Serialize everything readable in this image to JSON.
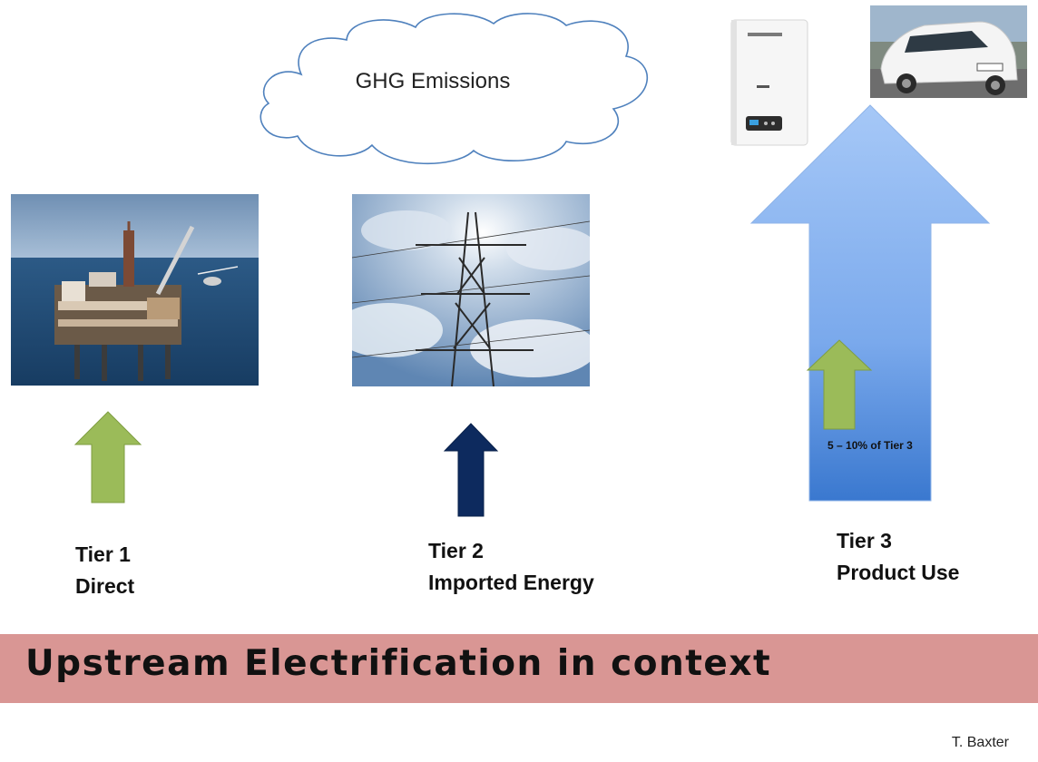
{
  "cloud": {
    "label": "GHG Emissions"
  },
  "tiers": [
    {
      "line1": "Tier 1",
      "line2": "Direct"
    },
    {
      "line1": "Tier 2",
      "line2": "Imported Energy"
    },
    {
      "line1": "Tier 3",
      "line2": "Product Use"
    }
  ],
  "tier3_note": "5 – 10% of Tier 3",
  "banner": {
    "title": "Upstream Electrification in context"
  },
  "author": "T. Baxter",
  "colors": {
    "green_arrow": "#9bbb59",
    "navy_arrow": "#0d2a5e",
    "blue_arrow_top": "#9fc3f5",
    "blue_arrow_bottom": "#3a78cf",
    "banner": "#d99694",
    "cloud_stroke": "#4f81bd"
  },
  "images": {
    "offshore_platform": "offshore-platform-photo",
    "power_pylon": "power-pylon-photo",
    "boiler": "boiler-photo",
    "car": "car-photo"
  }
}
